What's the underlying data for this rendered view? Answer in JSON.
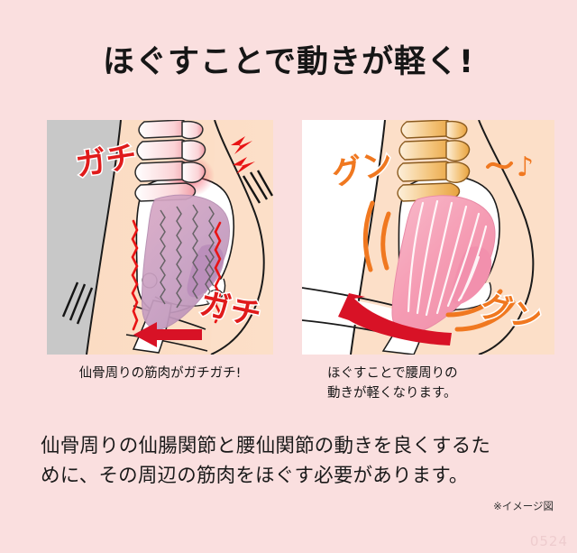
{
  "page": {
    "background_color": "#fadfdf",
    "title": "ほぐすことで動きが軽く!"
  },
  "panels": {
    "left": {
      "name": "tense-state-illustration",
      "background_color": "#c8c8c8",
      "caption": "仙骨周りの筋肉がガチガチ!",
      "onomatopoeia": [
        "ガチ",
        "ガチ"
      ],
      "onomatopoeia_color": "#e01b1b",
      "muscle_color": "#c49ac0",
      "vertebrae_color": "#ffffff",
      "accent_color": "#e01b1b"
    },
    "right": {
      "name": "relaxed-state-illustration",
      "background_color": "#ffffff",
      "caption_line1": "ほぐすことで腰周りの",
      "caption_line2": "動きが軽くなります。",
      "onomatopoeia": [
        "グン",
        "グン"
      ],
      "onomatopoeia_color": "#f07820",
      "music_note": "♪",
      "muscle_color": "#f5a3bb",
      "vertebrae_color": "#f0b860",
      "accent_color": "#f07820"
    }
  },
  "body": {
    "line1": "仙骨周りの仙腸関節と腰仙関節の動きを良くするた",
    "line2": "めに、その周辺の筋肉をほぐす必要があります。"
  },
  "footnote": "※イメージ図",
  "watermark": "0524"
}
